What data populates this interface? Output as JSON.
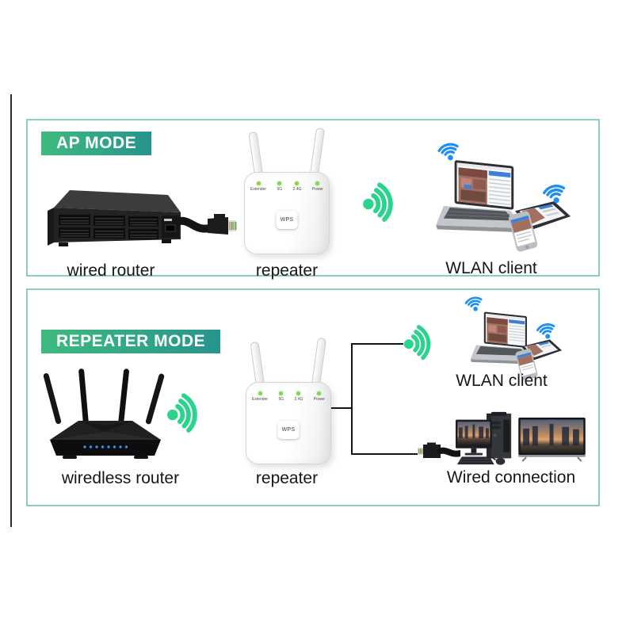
{
  "colors": {
    "panel_border": "#8cceb9",
    "badge_gradient_start": "#3fba7f",
    "badge_gradient_end": "#27948d",
    "wifi_green": "#2bd48d",
    "wifi_blue": "#1b8ff2",
    "repeater_led_green": "#86d34f",
    "router_led_blue": "#3b8de0",
    "label_text": "#161616"
  },
  "repeater_device": {
    "leds": [
      "Extender",
      "5G",
      "2.4G",
      "Power"
    ],
    "wps_label": "WPS"
  },
  "ap_mode": {
    "badge": "AP MODE",
    "router_label": "wired router",
    "repeater_label": "repeater",
    "client_label": "WLAN client"
  },
  "repeater_mode": {
    "badge": "REPEATER MODE",
    "router_label": "wiredless router",
    "repeater_label": "repeater",
    "client_label": "WLAN client",
    "wired_label": "Wired connection"
  }
}
